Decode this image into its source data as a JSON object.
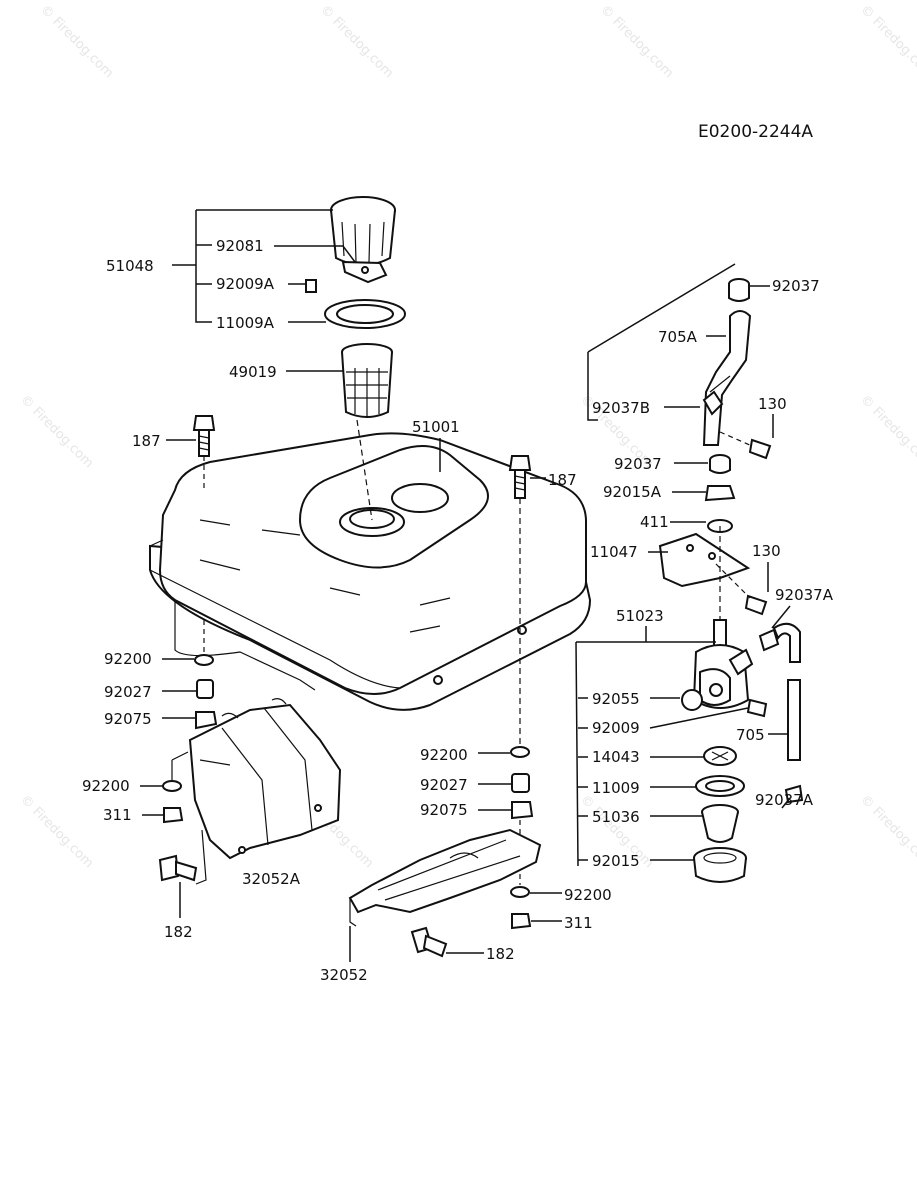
{
  "diagram_code": "E0200-2244A",
  "watermark": "© Firedog.com",
  "labels": {
    "l51048": "51048",
    "l92081": "92081",
    "l92009A": "92009A",
    "l11009A": "11009A",
    "l49019": "49019",
    "l187a": "187",
    "l187b": "187",
    "l51001": "51001",
    "l92200a": "92200",
    "l92027a": "92027",
    "l92075a": "92075",
    "l92200b": "92200",
    "l311a": "311",
    "l182a": "182",
    "l32052A": "32052A",
    "l92200c": "92200",
    "l92027b": "92027",
    "l92075b": "92075",
    "l92200d": "92200",
    "l311b": "311",
    "l182b": "182",
    "l32052": "32052",
    "l92037a": "92037",
    "l705A": "705A",
    "l92037B": "92037B",
    "l130a": "130",
    "l92037b": "92037",
    "l92015A": "92015A",
    "l411": "411",
    "l11047": "11047",
    "l130b": "130",
    "l92037A1": "92037A",
    "l51023": "51023",
    "l92055": "92055",
    "l92009": "92009",
    "l705": "705",
    "l14043": "14043",
    "l11009": "11009",
    "l92037A2": "92037A",
    "l51036": "51036",
    "l92015": "92015"
  }
}
